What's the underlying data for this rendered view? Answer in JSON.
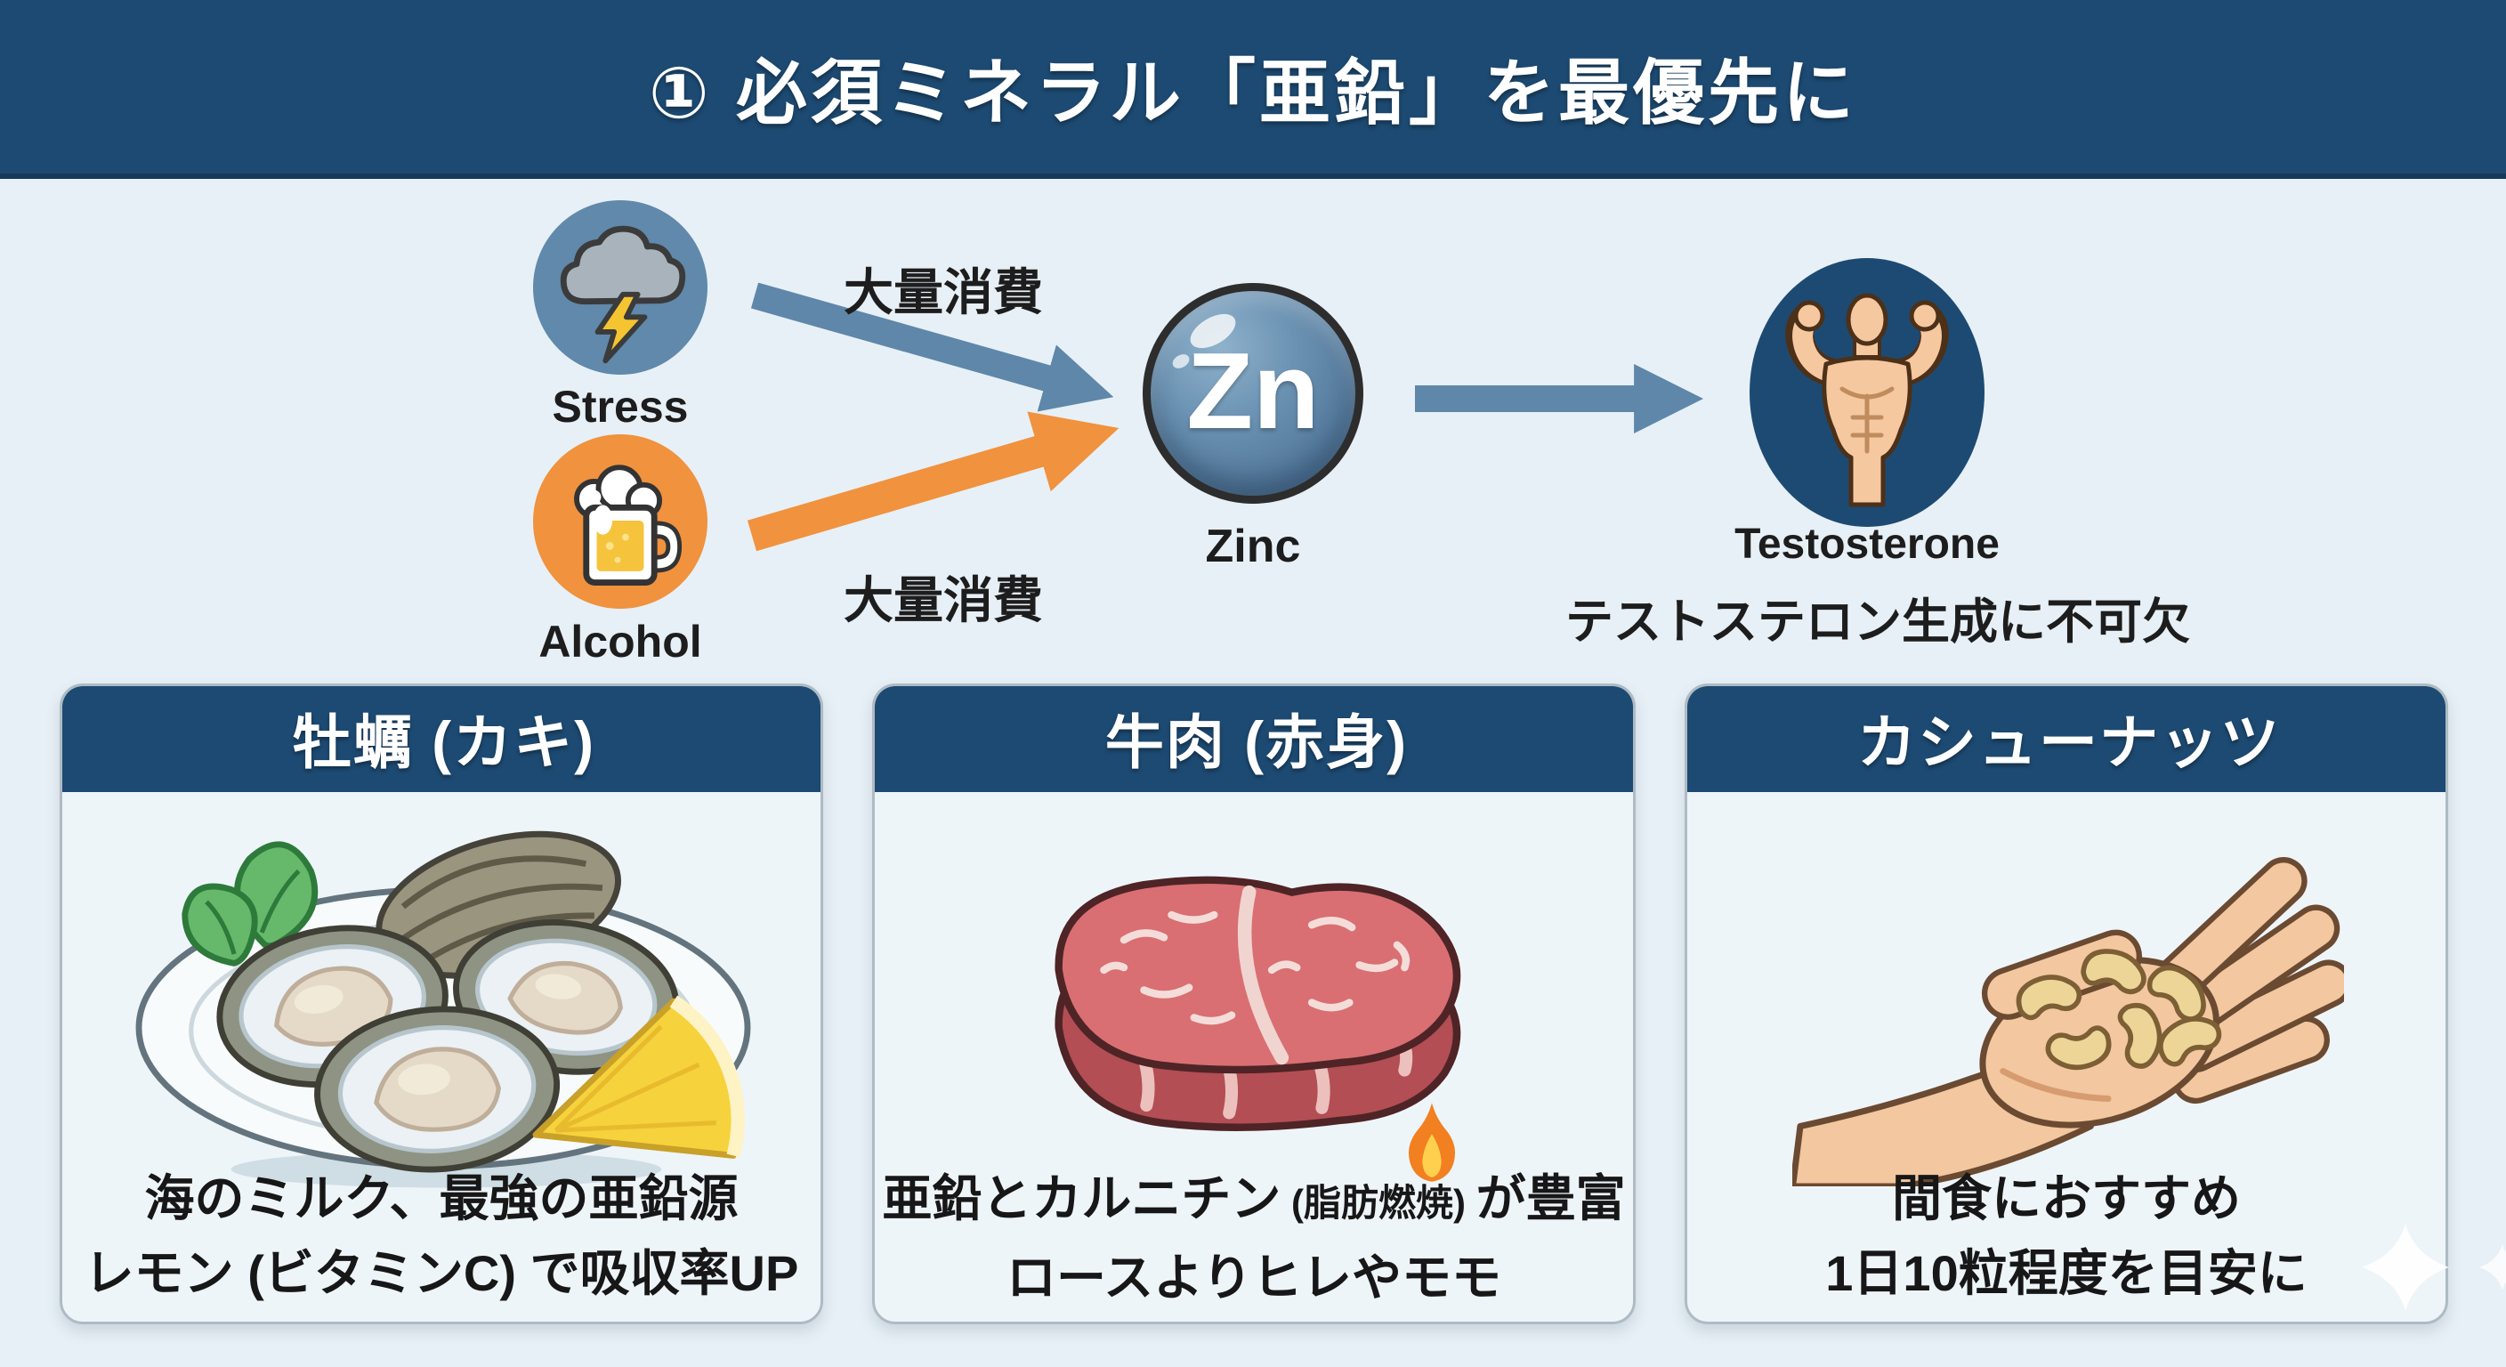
{
  "header": {
    "title": "① 必須ミネラル「亜鉛」を最優先に"
  },
  "diagram": {
    "stress": {
      "label": "Stress",
      "icon": "storm-cloud-lightning-icon"
    },
    "alcohol": {
      "label": "Alcohol",
      "icon": "beer-mug-icon"
    },
    "zinc": {
      "symbol": "Zn",
      "label": "Zinc",
      "icon": "zinc-sphere-icon"
    },
    "testosterone": {
      "label": "Testosterone",
      "icon": "flexing-muscles-icon"
    },
    "caption": "テストステロン生成に不可欠",
    "arrows": [
      {
        "from": "stress",
        "to": "zinc",
        "label": "大量消費",
        "color": "#5e87a9"
      },
      {
        "from": "alcohol",
        "to": "zinc",
        "label": "大量消費",
        "color": "#f0923e"
      },
      {
        "from": "zinc",
        "to": "testosterone",
        "label": "",
        "color": "#5e87a9"
      }
    ]
  },
  "cards": [
    {
      "title": "牡蠣 (カキ)",
      "illustration": "oysters-on-plate-with-lemon-and-mint",
      "lines": [
        "海のミルク、最強の亜鉛源",
        "レモン (ビタミンC) で吸収率UP"
      ]
    },
    {
      "title": "牛肉 (赤身)",
      "illustration": "raw-beef-steak",
      "badge_icon": "flame-icon",
      "line1": {
        "pre": "亜鉛とカルニチン",
        "small": " (脂肪燃焼) ",
        "post": "が豊富"
      },
      "line2": "ロースよりヒレやモモ"
    },
    {
      "title": "カシューナッツ",
      "illustration": "hand-holding-cashews",
      "lines": [
        "間食におすすめ",
        "1日10粒程度を目安に"
      ]
    }
  ],
  "watermark": {
    "icon": "sparkle-icon"
  },
  "colors": {
    "background": "#e7f0f6",
    "navy": "#1d4a72",
    "arrow_blue": "#5e87a9",
    "arrow_orange": "#f0923e",
    "stress_circle": "#6089ab",
    "alcohol_circle": "#f0923e",
    "text": "#1a1a1a"
  }
}
